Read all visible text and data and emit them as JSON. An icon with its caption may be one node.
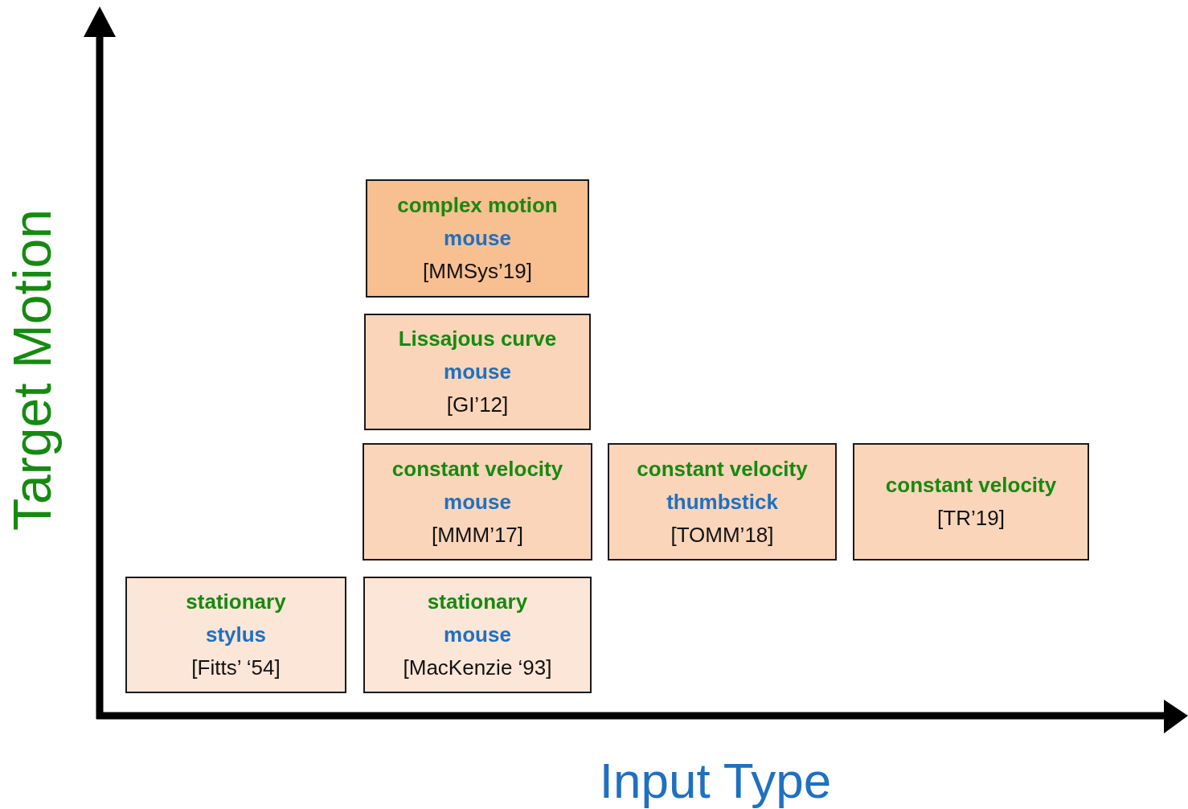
{
  "diagram": {
    "nodes": [
      {
        "text": [
          "complex motion",
          "mouse",
          "[MMSys’19]"
        ]
      },
      {
        "text": [
          "Lissajous curve",
          "mouse",
          "[GI’12]"
        ]
      },
      {
        "text": [
          "constant velocity",
          "mouse",
          "[MMM’17]"
        ]
      },
      {
        "text": [
          "constant velocity",
          "thumbstick",
          "[TOMM’18]"
        ]
      },
      {
        "text": [
          "constant velocity",
          "[TR’19]"
        ]
      },
      {
        "text": [
          "stationary",
          "stylus",
          "[Fitts’ ‘54]"
        ]
      },
      {
        "text": [
          "stationary",
          "mouse",
          "[MacKenzie ‘93]"
        ]
      }
    ],
    "labels": [
      "Target Motion",
      "Input Type"
    ]
  }
}
